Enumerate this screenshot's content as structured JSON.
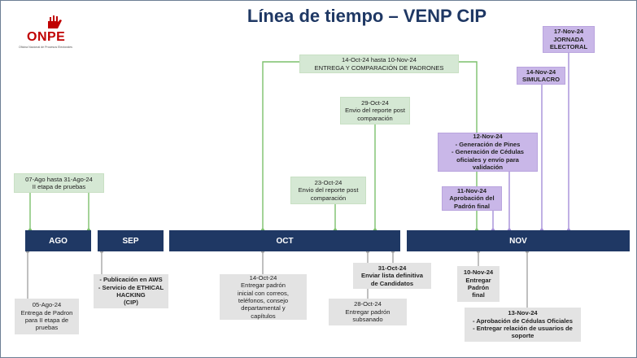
{
  "header": {
    "title": "Línea de tiempo – VENP CIP",
    "logo_text": "ONPE",
    "logo_subtext": "Oficina Nacional de Procesos Electorales"
  },
  "months": [
    "AGO",
    "SEP",
    "OCT",
    "NOV"
  ],
  "events_above": [
    {
      "lines": [
        "07-Ago hasta 31-Ago-24",
        "II etapa de pruebas"
      ]
    },
    {
      "lines": [
        "14-Oct-24 hasta 10-Nov-24",
        "ENTREGA Y COMPARACIÓN DE PADRONES"
      ]
    },
    {
      "lines": [
        "29-Oct-24",
        "Envio del reporte post",
        "comparación"
      ]
    },
    {
      "lines": [
        "23-Oct-24",
        "Envio del reporte post",
        "comparación"
      ]
    },
    {
      "lines": [
        "17-Nov-24",
        "JORNADA",
        "ELECTORAL"
      ]
    },
    {
      "lines": [
        "14-Nov-24",
        "SIMULACRO"
      ]
    },
    {
      "lines": [
        "12-Nov-24",
        "- Generación de Pines",
        "- Generación de Cédulas",
        "oficiales y envío para",
        "validación"
      ]
    },
    {
      "lines": [
        "11-Nov-24",
        "Aprobación del",
        "Padrón final"
      ]
    }
  ],
  "events_below": [
    {
      "lines": [
        "05-Ago-24",
        "Entrega de Padron",
        "para II etapa de",
        "pruebas"
      ]
    },
    {
      "lines": [
        "- Publicación en AWS",
        "- Servicio de ETHICAL",
        "HACKING",
        "(CIP)"
      ]
    },
    {
      "lines": [
        "14-Oct-24",
        "Entregar padrón",
        "inicial con correos,",
        "teléfonos, consejo",
        "departamental y",
        "capítulos"
      ]
    },
    {
      "lines": [
        "31-Oct-24",
        "Enviar lista definitiva",
        "de Candidatos"
      ]
    },
    {
      "lines": [
        "28-Oct-24",
        "Entregar padrón",
        "subsanado"
      ]
    },
    {
      "lines": [
        "10-Nov-24",
        "Entregar",
        "Padrón",
        "final"
      ]
    },
    {
      "lines": [
        "13-Nov-24",
        "- Aprobación de Cédulas Oficiales",
        "- Entregar relación de usuarios de",
        "soporte"
      ]
    }
  ],
  "colors": {
    "navy": "#1f3864",
    "green_box": "#d5e8d4",
    "green_line": "#7cc06c",
    "purple_box": "#c9b7e8",
    "purple_line": "#a58fd8",
    "grey_box": "#e3e3e3",
    "grey_line": "#a6a6a6",
    "logo_red": "#c00000"
  }
}
